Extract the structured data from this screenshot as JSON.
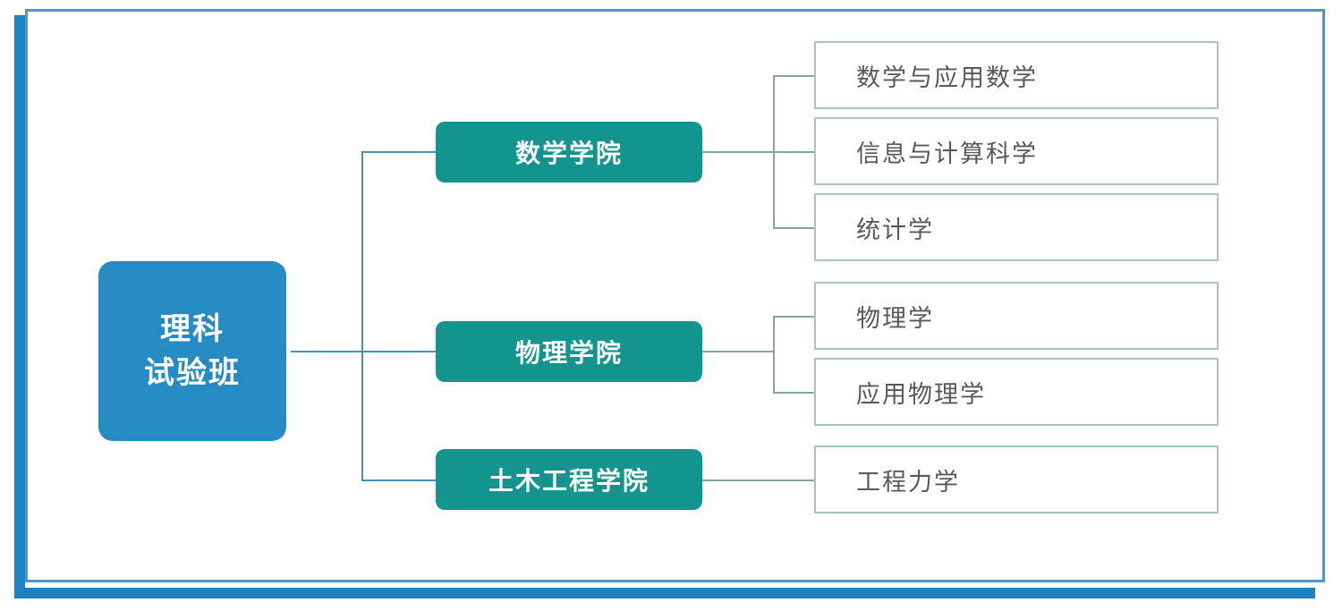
{
  "diagram": {
    "root": {
      "line1": "理科",
      "line2": "试验班"
    },
    "colleges": [
      {
        "label": "数学学院",
        "majors": [
          "数学与应用数学",
          "信息与计算科学",
          "统计学"
        ]
      },
      {
        "label": "物理学院",
        "majors": [
          "物理学",
          "应用物理学"
        ]
      },
      {
        "label": "土木工程学院",
        "majors": [
          "工程力学"
        ]
      }
    ]
  },
  "colors": {
    "frame_blue": "#1f82be",
    "frame_thin_blue": "#4f97cb",
    "root_blue": "#268bc5",
    "college_teal": "#13948f",
    "leaf_border": "#a9c6be",
    "leaf_text": "#58595b",
    "connector_blue": "#4a92b5",
    "connector_sage": "#85a49d"
  }
}
